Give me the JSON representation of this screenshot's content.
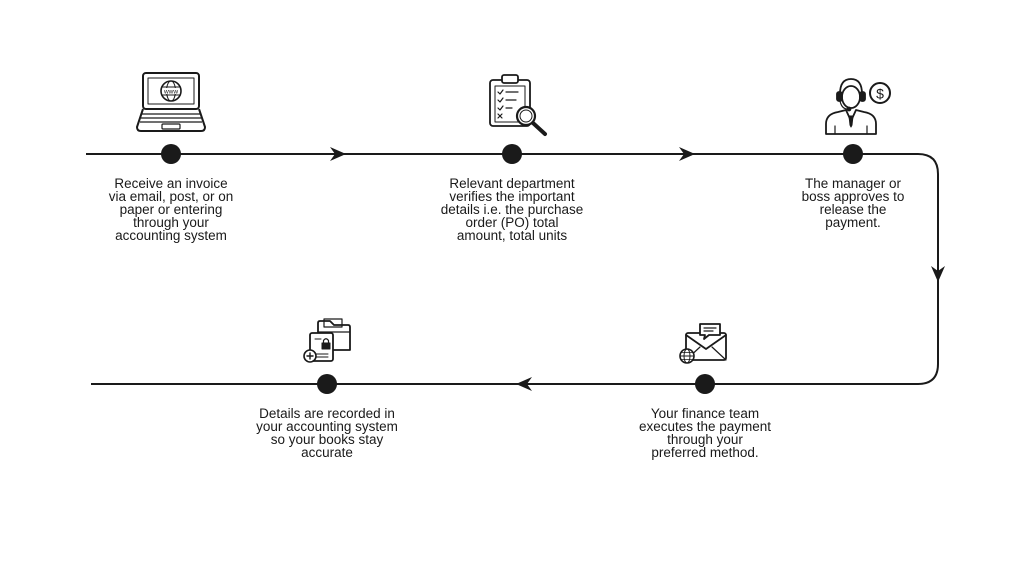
{
  "colors": {
    "line": "#1a1a1a",
    "background": "#ffffff",
    "text": "#1a1a1a"
  },
  "steps": [
    {
      "icon": "laptop-www-icon",
      "icon_text": "www",
      "text": "Receive an invoice\nvia email, post, or on\npaper or entering\nthrough your\naccounting system"
    },
    {
      "icon": "clipboard-checklist-magnifier-icon",
      "text": "Relevant department\nverifies the important\ndetails i.e. the purchase\norder (PO) total\namount, total units"
    },
    {
      "icon": "manager-headset-dollar-icon",
      "icon_text": "$",
      "text": "The manager or\nboss approves to\nrelease the\npayment."
    },
    {
      "icon": "envelope-globe-chat-icon",
      "text": "Your finance team\nexecutes the payment\nthrough your\npreferred method."
    },
    {
      "icon": "folder-document-lock-icon",
      "text": "Details are recorded in\nyour accounting system\nso your books stay\naccurate"
    }
  ]
}
